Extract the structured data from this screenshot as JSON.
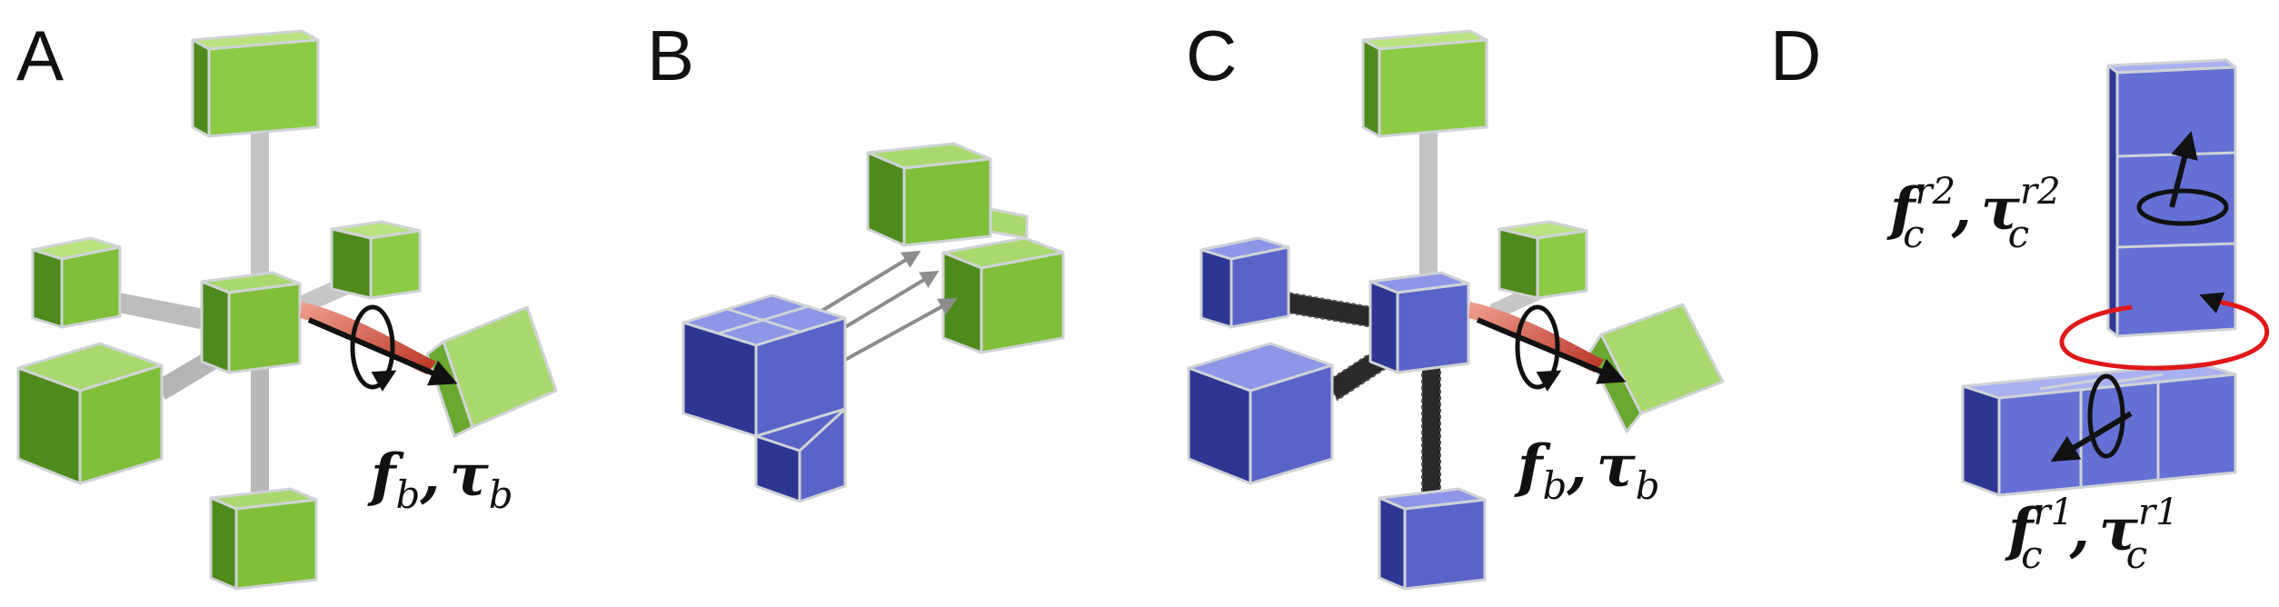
{
  "panels": {
    "a": {
      "label": "A",
      "force": "f",
      "torque": "τ",
      "sub": "b",
      "sep": ","
    },
    "b": {
      "label": "B"
    },
    "c": {
      "label": "C",
      "force": "f",
      "torque": "τ",
      "sub": "b",
      "sep": ","
    },
    "d": {
      "label": "D",
      "upper": {
        "force": "f",
        "torque": "τ",
        "sub": "c",
        "sup": "r2",
        "sep": ","
      },
      "lower": {
        "force": "f",
        "torque": "τ",
        "sub": "c",
        "sup": "r1",
        "sep": ","
      }
    }
  },
  "colors": {
    "green_top": "#a9d86f",
    "green_front": "#7fbf3a",
    "green_side": "#4f8a1c",
    "blue_top": "#8e96e8",
    "blue_front": "#5a64c8",
    "blue_side": "#2e3694",
    "rod": "#bfbfbf",
    "rod_dark": "#2a2a2a",
    "red_torque": "#d24b3c",
    "red_ring": "#e01818",
    "arrow_grey": "#8c8c8c"
  }
}
